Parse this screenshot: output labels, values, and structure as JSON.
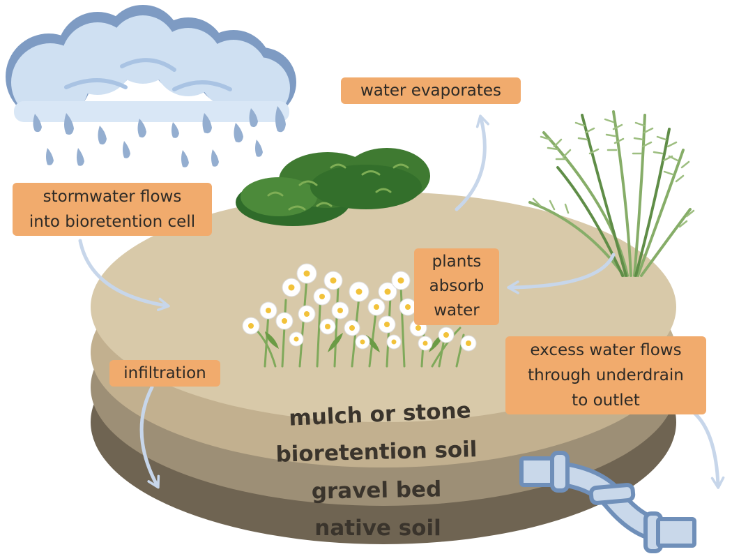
{
  "callouts": {
    "evaporates": "water evaporates",
    "stormwater": [
      "stormwater flows",
      "into bioretention cell"
    ],
    "absorb": [
      "plants",
      "absorb",
      "water"
    ],
    "infiltration": "infiltration",
    "excess": [
      "excess water flows",
      "through underdrain",
      "to outlet"
    ]
  },
  "layers": {
    "mulch": "mulch or stone",
    "soil": "bioretention soil",
    "gravel": "gravel bed",
    "native": "native soil"
  },
  "colors": {
    "callout": "#f1ab6d",
    "arrow": "#c7d6ea",
    "pipe": "#6f8fb9",
    "cloud": "#cfe0f2",
    "cloud_edge": "#7e9bc3",
    "rain": "#94aed0",
    "mulch": "#d8c9a9",
    "soil": "#c2b08f",
    "gravel": "#9d8f76",
    "native": "#6f6452",
    "shrub": "#3f7a31",
    "grass": "#86ad68"
  },
  "icons": [
    "rain-cloud-icon",
    "shrub-icon",
    "ornamental-grass-icon",
    "daisy-flowers-icon",
    "underdrain-pipe-icon"
  ]
}
